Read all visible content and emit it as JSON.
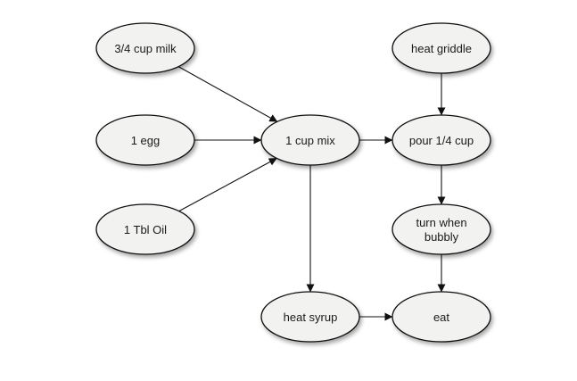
{
  "nodes": [
    {
      "id": "milk",
      "label": "3/4 cup milk"
    },
    {
      "id": "egg",
      "label": "1 egg"
    },
    {
      "id": "oil",
      "label": "1 Tbl Oil"
    },
    {
      "id": "mix",
      "label": "1 cup mix"
    },
    {
      "id": "griddle",
      "label": "heat griddle"
    },
    {
      "id": "pour",
      "label": "pour 1/4 cup"
    },
    {
      "id": "turn",
      "label": "turn when\nbubbly"
    },
    {
      "id": "syrup",
      "label": "heat syrup"
    },
    {
      "id": "eat",
      "label": "eat"
    }
  ],
  "edges": [
    {
      "from": "milk",
      "to": "mix"
    },
    {
      "from": "egg",
      "to": "mix"
    },
    {
      "from": "oil",
      "to": "mix"
    },
    {
      "from": "mix",
      "to": "pour"
    },
    {
      "from": "mix",
      "to": "syrup"
    },
    {
      "from": "griddle",
      "to": "pour"
    },
    {
      "from": "pour",
      "to": "turn"
    },
    {
      "from": "turn",
      "to": "eat"
    },
    {
      "from": "syrup",
      "to": "eat"
    }
  ]
}
